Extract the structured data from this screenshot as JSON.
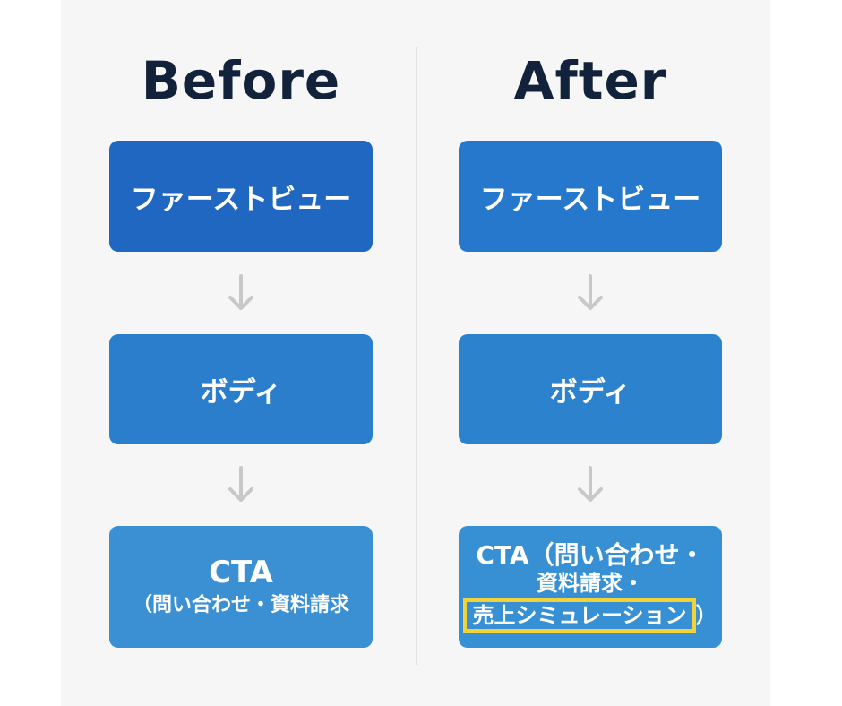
{
  "before": {
    "title": "Before",
    "steps": [
      "ファーストビュー",
      "ボディ"
    ],
    "cta": {
      "main": "CTA",
      "sub": "（問い合わせ・資料請求"
    }
  },
  "after": {
    "title": "After",
    "steps": [
      "ファーストビュー",
      "ボディ"
    ],
    "cta": {
      "line1": "CTA（問い合わせ・",
      "line2": "資料請求・",
      "highlight": "売上シミュレーション",
      "close": "）"
    }
  },
  "colors": {
    "title": "#11223a",
    "box_top": "#1f67c0",
    "box_mid": "#2b7ecb",
    "box_bottom": "#3a90d3",
    "highlight_border": "#f2d23a",
    "arrow": "#c8c8c8"
  }
}
